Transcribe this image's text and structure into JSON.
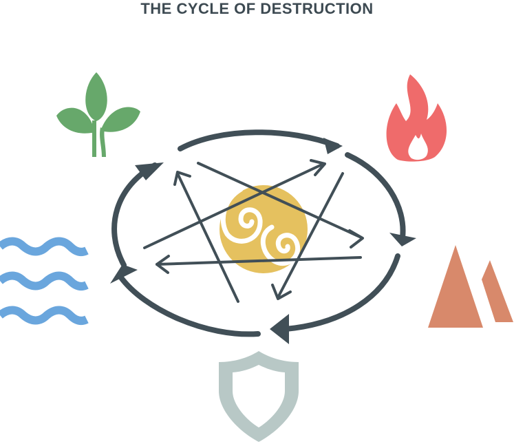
{
  "title": "THE CYCLE OF DESTRUCTION",
  "colors": {
    "title": "#3d4a52",
    "arrows": "#414f57",
    "wood": "#67a86b",
    "fire": "#ef6b6b",
    "earth": "#d8896b",
    "metal": "#b8c8c6",
    "water": "#6aa6dd",
    "center": "#e5c15f"
  },
  "elements": [
    {
      "name": "wood",
      "icon": "plant-sprout-icon"
    },
    {
      "name": "fire",
      "icon": "flame-icon"
    },
    {
      "name": "earth",
      "icon": "mountain-icon"
    },
    {
      "name": "metal",
      "icon": "shield-icon"
    },
    {
      "name": "water",
      "icon": "water-waves-icon"
    },
    {
      "name": "center",
      "icon": "swirl-circle-icon"
    }
  ]
}
